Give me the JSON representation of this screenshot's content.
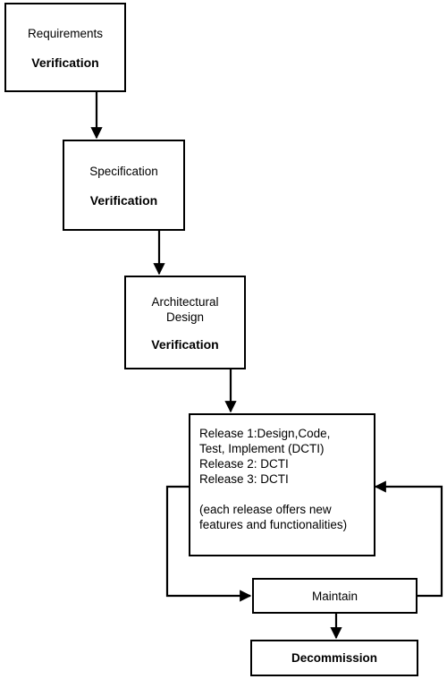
{
  "requirements": {
    "title": "Requirements",
    "check": "Verification"
  },
  "specification": {
    "title": "Specification",
    "check": "Verification"
  },
  "architectural": {
    "title_line1": "Architectural",
    "title_line2": "Design",
    "check": "Verification"
  },
  "releases": {
    "line1": "Release 1:Design,Code,",
    "line2": "Test, Implement (DCTI)",
    "line3": "Release 2: DCTI",
    "line4": "Release 3: DCTI",
    "note_line1": "(each release offers new",
    "note_line2": "features and functionalities)"
  },
  "maintain": {
    "label": "Maintain"
  },
  "decommission": {
    "label": "Decommission"
  }
}
